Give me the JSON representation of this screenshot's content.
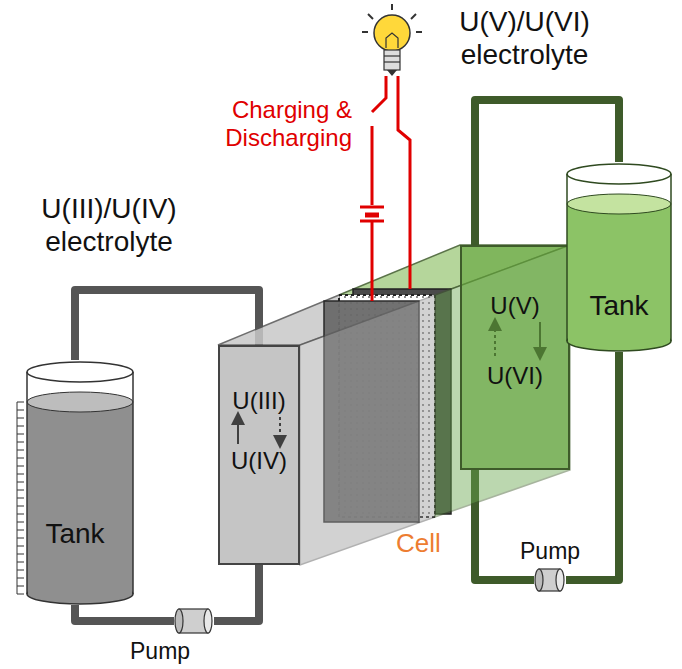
{
  "diagram": {
    "nodes": [
      {
        "text": [
          "Tank"
        ]
      },
      {
        "text": [
          "Pump"
        ]
      },
      {
        "text": [
          "U(III)",
          "U(IV)"
        ]
      },
      {
        "text": [
          "U(V)",
          "U(VI)"
        ]
      },
      {
        "text": [
          "Tank"
        ]
      },
      {
        "text": [
          "Pump"
        ]
      }
    ],
    "edges": [
      {
        "from": 0,
        "to": 2,
        "arrow": "none"
      },
      {
        "from": 0,
        "to": 1,
        "arrow": "none"
      },
      {
        "from": 1,
        "to": 2,
        "arrow": "none"
      },
      {
        "from": 4,
        "to": 3,
        "arrow": "none"
      },
      {
        "from": 4,
        "to": 5,
        "arrow": "none"
      },
      {
        "from": 5,
        "to": 3,
        "arrow": "none"
      }
    ],
    "labels": [
      "U(III)/U(IV) electrolyte",
      "U(V)/U(VI) electrolyte",
      "Charging & Discharging",
      "Cell"
    ]
  }
}
